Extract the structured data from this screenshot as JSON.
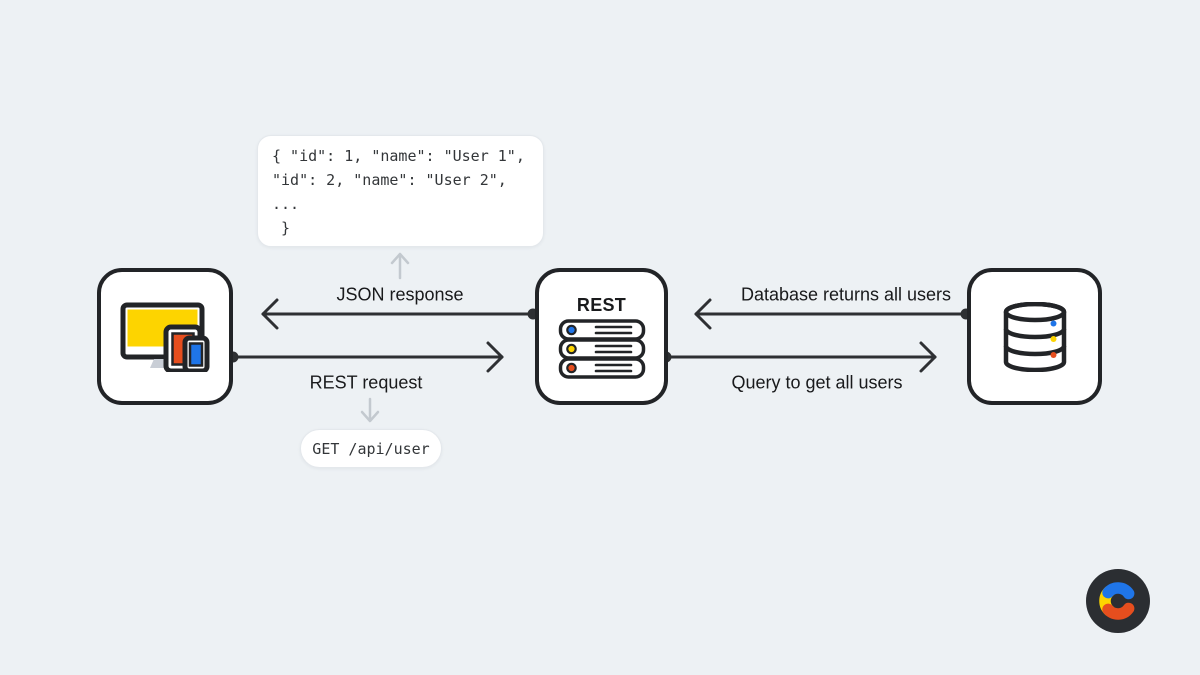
{
  "palette": {
    "bg": "#edf1f4",
    "outline": "#222427",
    "arrow": "#2e3033",
    "arrow-muted": "#c3c9cf",
    "text": "#191a1c",
    "surface": "#ffffff",
    "surface-border": "#e4e8ec",
    "code-text": "#333639",
    "blue": "#1f75e8",
    "yellow": "#fdd400",
    "orange": "#e64e1e",
    "stand-gray": "#c9ced6",
    "logo-bg": "#2b2e32"
  },
  "nodes": {
    "client": {
      "icon": "devices-icon"
    },
    "rest": {
      "label": "REST",
      "icon": "server-stack-icon"
    },
    "database": {
      "icon": "database-cylinder-icon"
    }
  },
  "edges": {
    "json_response": {
      "label": "JSON response",
      "direction": "rest-to-client"
    },
    "rest_request": {
      "label": "REST request",
      "direction": "client-to-rest"
    },
    "db_returns": {
      "label": "Database returns all users",
      "direction": "database-to-rest"
    },
    "query": {
      "label": "Query to get all users",
      "direction": "rest-to-database"
    }
  },
  "code_box": {
    "lines": [
      "{ \"id\": 1, \"name\": \"User 1\",",
      "\"id\": 2, \"name\": \"User 2\",",
      "...",
      " }"
    ]
  },
  "request_pill": {
    "text": "GET /api/user"
  },
  "logo": {
    "icon": "c-brand-logo"
  }
}
